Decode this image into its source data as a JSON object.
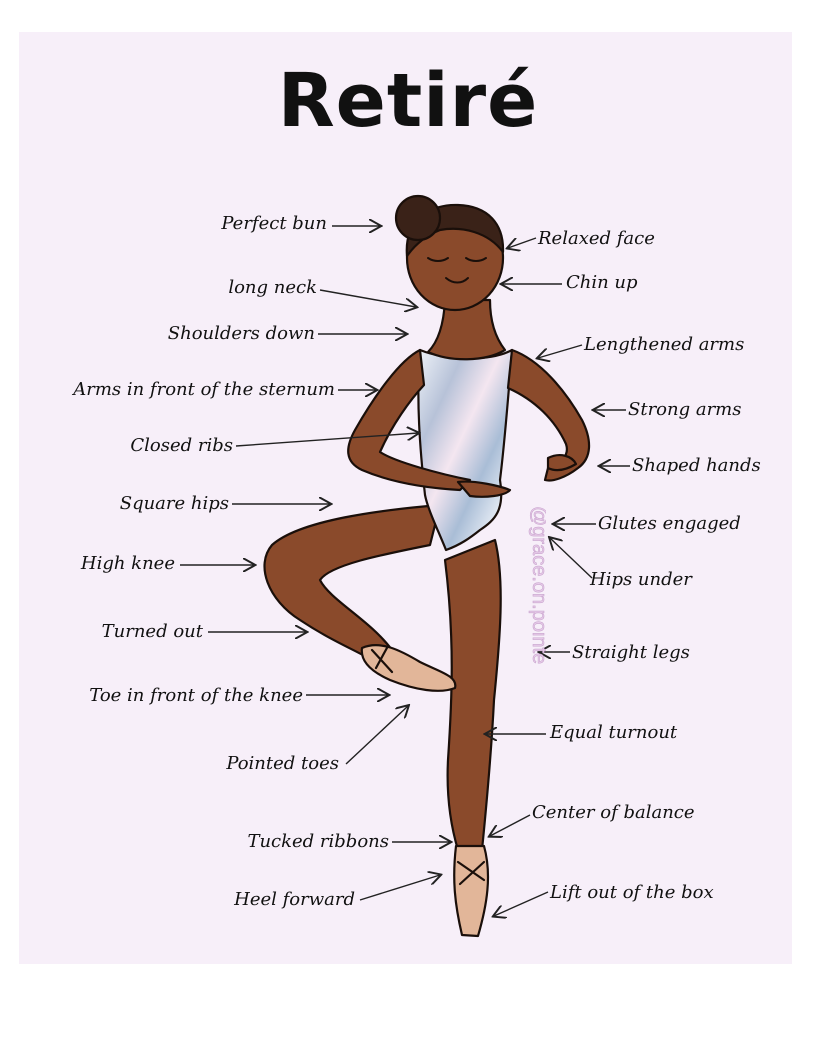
{
  "title": "Retiré",
  "watermark": "@grace.on.pointe",
  "colors": {
    "background": "#f7eff9",
    "skin": "#8a4a2b",
    "hair": "#3a2218",
    "leotard": "#c9d2e2",
    "shoe": "#e2b699",
    "text": "#111111"
  },
  "labels_left": {
    "perfect_bun": "Perfect bun",
    "long_neck": "long neck",
    "shoulders_down": "Shoulders down",
    "arms_front": "Arms in front of the sternum",
    "closed_ribs": "Closed ribs",
    "square_hips": "Square hips",
    "high_knee": "High knee",
    "turned_out": "Turned out",
    "toe_front": "Toe in front of the knee",
    "pointed_toes": "Pointed toes",
    "tucked_ribbons": "Tucked ribbons",
    "heel_forward": "Heel forward"
  },
  "labels_right": {
    "relaxed_face": "Relaxed face",
    "chin_up": "Chin up",
    "lengthened_arms": "Lengthened arms",
    "strong_arms": "Strong arms",
    "shaped_hands": "Shaped hands",
    "glutes_engaged": "Glutes engaged",
    "hips_under": "Hips under",
    "straight_legs": "Straight legs",
    "equal_turnout": "Equal turnout",
    "center_balance": "Center of balance",
    "lift_out": "Lift out of the box"
  }
}
